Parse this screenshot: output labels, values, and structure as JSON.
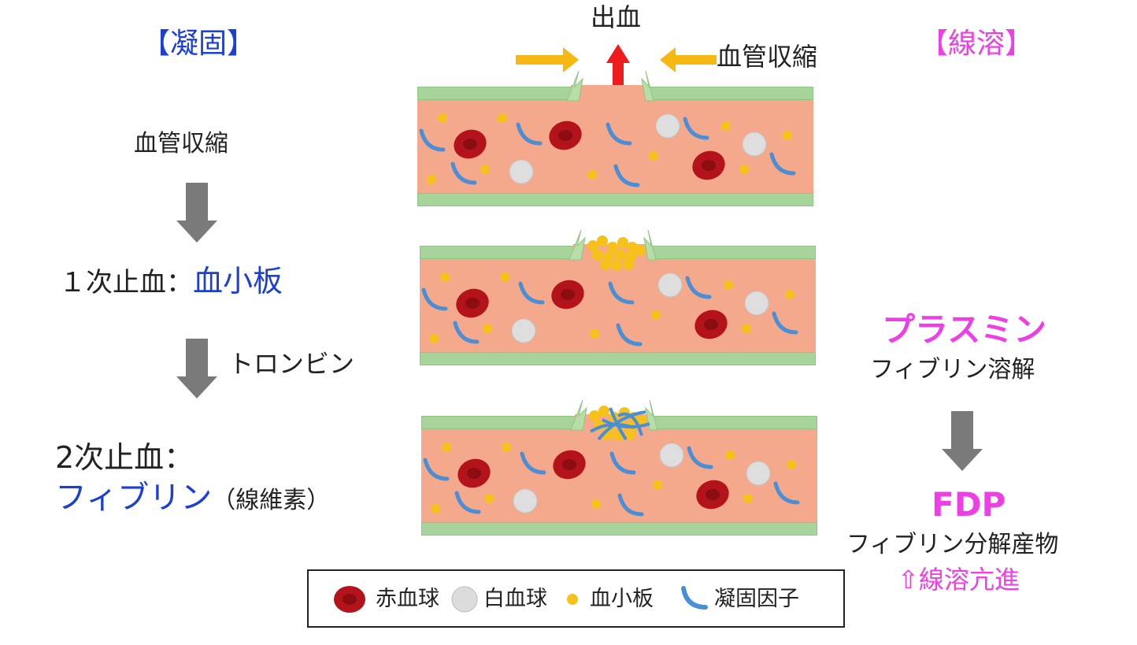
{
  "left": {
    "title": "【凝固】",
    "step1": "血管収縮",
    "step2_prefix": "１次止血：",
    "step2_highlight": "血小板",
    "arrow_label": "トロンビン",
    "step3_prefix": "2次止血：",
    "step3_highlight": "フィブリン",
    "step3_suffix": "（線維素）"
  },
  "right": {
    "title": "【線溶】",
    "plasmin": "プラスミン",
    "plasmin_desc": "フィブリン溶解",
    "fdp": "FDP",
    "fdp_desc": "フィブリン分解産物",
    "fdp_effect": "⇧線溶亢進"
  },
  "center": {
    "bleeding_label": "出血",
    "constriction_label": "血管収縮"
  },
  "legend": {
    "items": [
      {
        "icon": "red-blood-cell-icon",
        "label": "赤血球"
      },
      {
        "icon": "white-blood-cell-icon",
        "label": "白血球"
      },
      {
        "icon": "platelet-icon",
        "label": "血小板"
      },
      {
        "icon": "clotting-factor-icon",
        "label": "凝固因子"
      }
    ]
  },
  "colors": {
    "blue": "#1c3fd6",
    "magenta": "#ee3ee6",
    "rbc": "#b3141c",
    "platelet": "#f6c21a",
    "factor": "#4a8fd6",
    "wall": "#a6d49a",
    "lumen": "#f5a98c",
    "arrow_yellow": "#f7b813",
    "arrow_red": "#ee1c1c"
  }
}
